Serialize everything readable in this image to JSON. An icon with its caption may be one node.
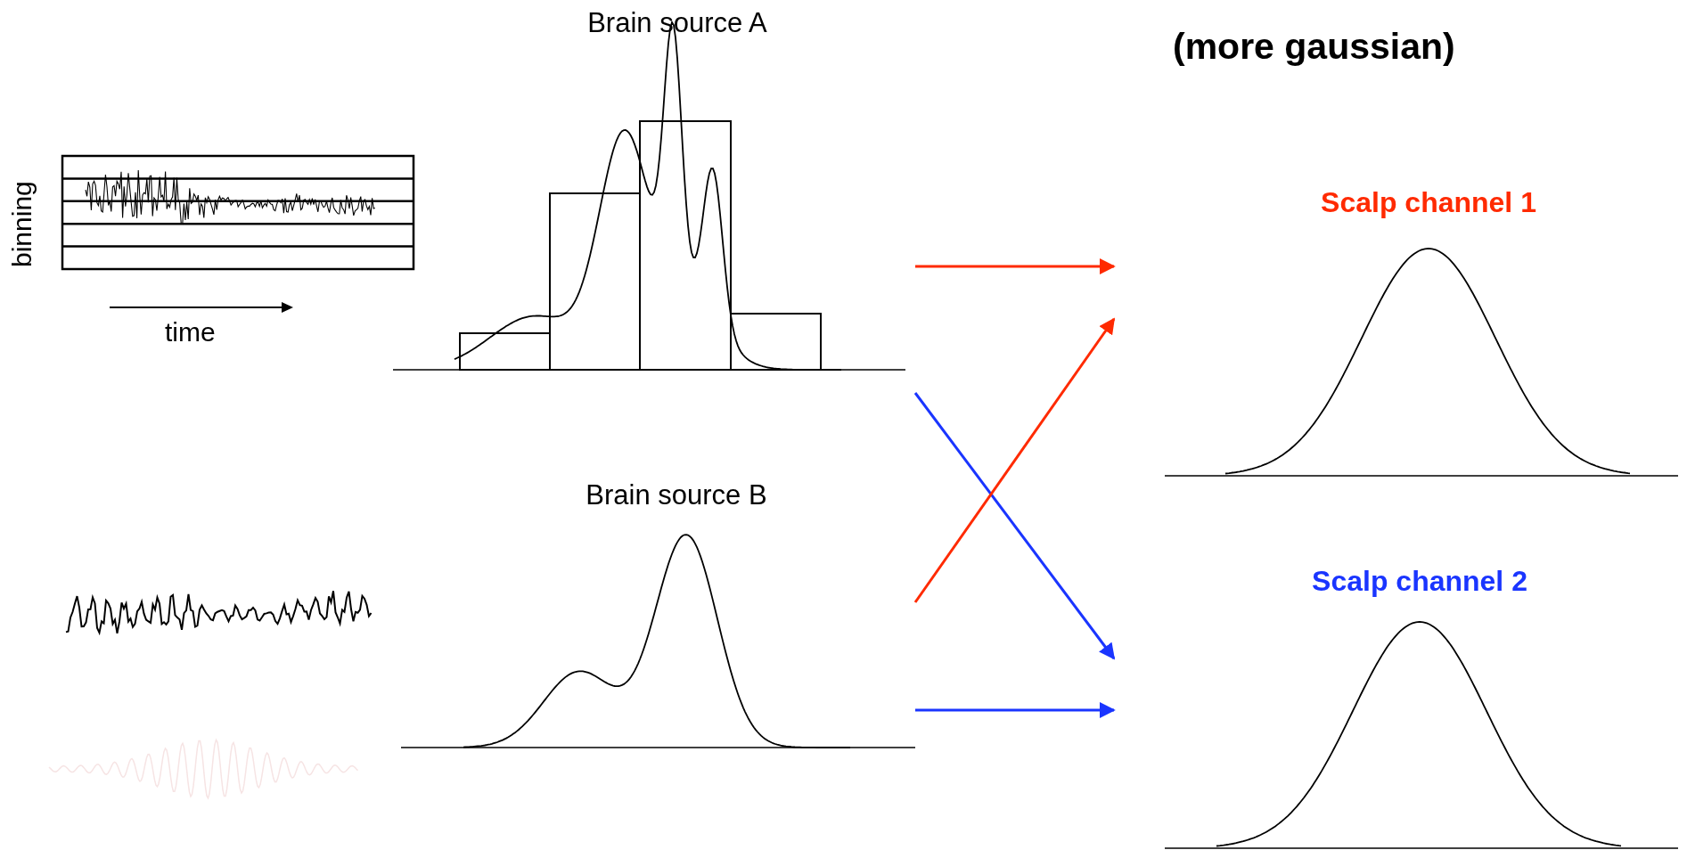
{
  "diagram": {
    "nodes": [
      {
        "text": [
          "Brain source A"
        ]
      },
      {
        "text": [
          "Brain source B"
        ]
      },
      {
        "text": [
          "Scalp channel 1"
        ]
      },
      {
        "text": [
          "Scalp channel 2"
        ]
      }
    ],
    "edges": [
      {
        "from": 0,
        "to": 2,
        "arrow": "to",
        "color": "#ff2a00"
      },
      {
        "from": 0,
        "to": 3,
        "arrow": "to",
        "color": "#1a35ff"
      },
      {
        "from": 1,
        "to": 2,
        "arrow": "to",
        "color": "#ff2a00"
      },
      {
        "from": 1,
        "to": 3,
        "arrow": "to",
        "color": "#1a35ff"
      }
    ],
    "labels": [
      "(more gaussian)",
      "binning",
      "time"
    ]
  }
}
